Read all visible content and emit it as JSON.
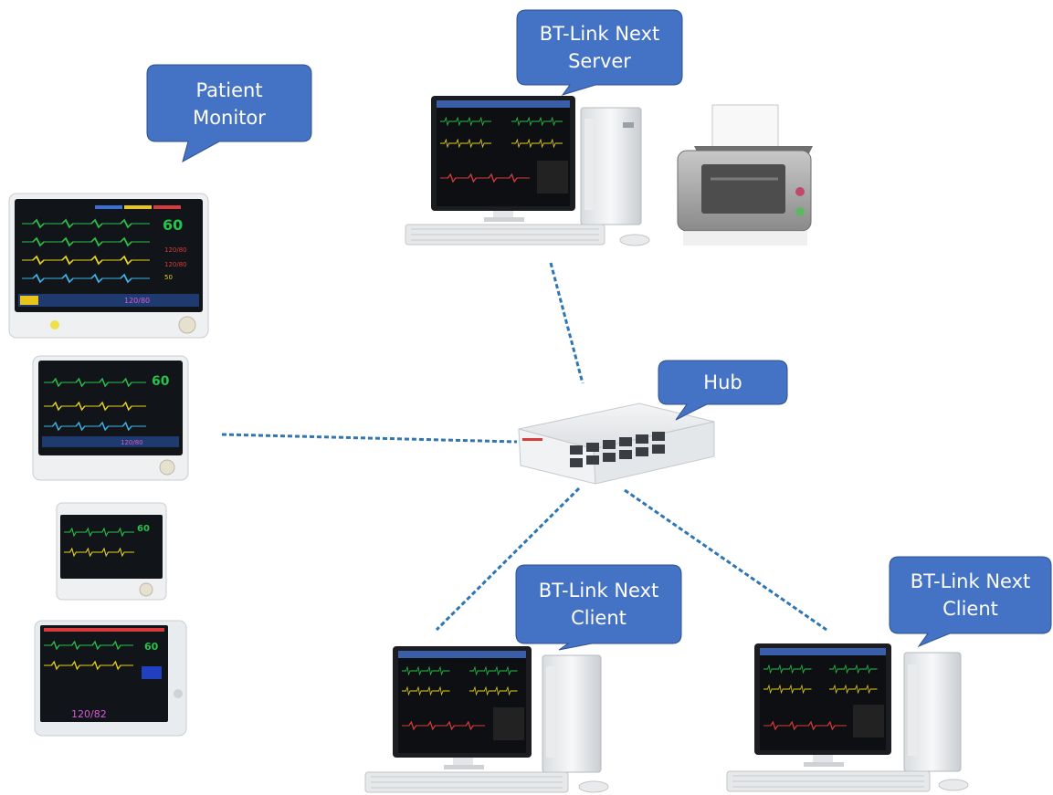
{
  "callouts": {
    "patient_monitor": {
      "line1": "Patient",
      "line2": "Monitor"
    },
    "server": {
      "line1": "BT-Link Next",
      "line2": "Server"
    },
    "hub": {
      "line1": "Hub"
    },
    "client_left": {
      "line1": "BT-Link Next",
      "line2": "Client"
    },
    "client_right": {
      "line1": "BT-Link Next",
      "line2": "Client"
    }
  },
  "monitors": [
    {
      "hr": "60",
      "bp": "120/80"
    },
    {
      "hr": "60",
      "bp": "120/80"
    },
    {
      "hr": "60"
    },
    {
      "hr": "60",
      "bp": "120/82"
    }
  ],
  "colors": {
    "callout_fill": "#4472C4",
    "callout_stroke": "#2F528F",
    "link_line": "#2E75B6"
  }
}
